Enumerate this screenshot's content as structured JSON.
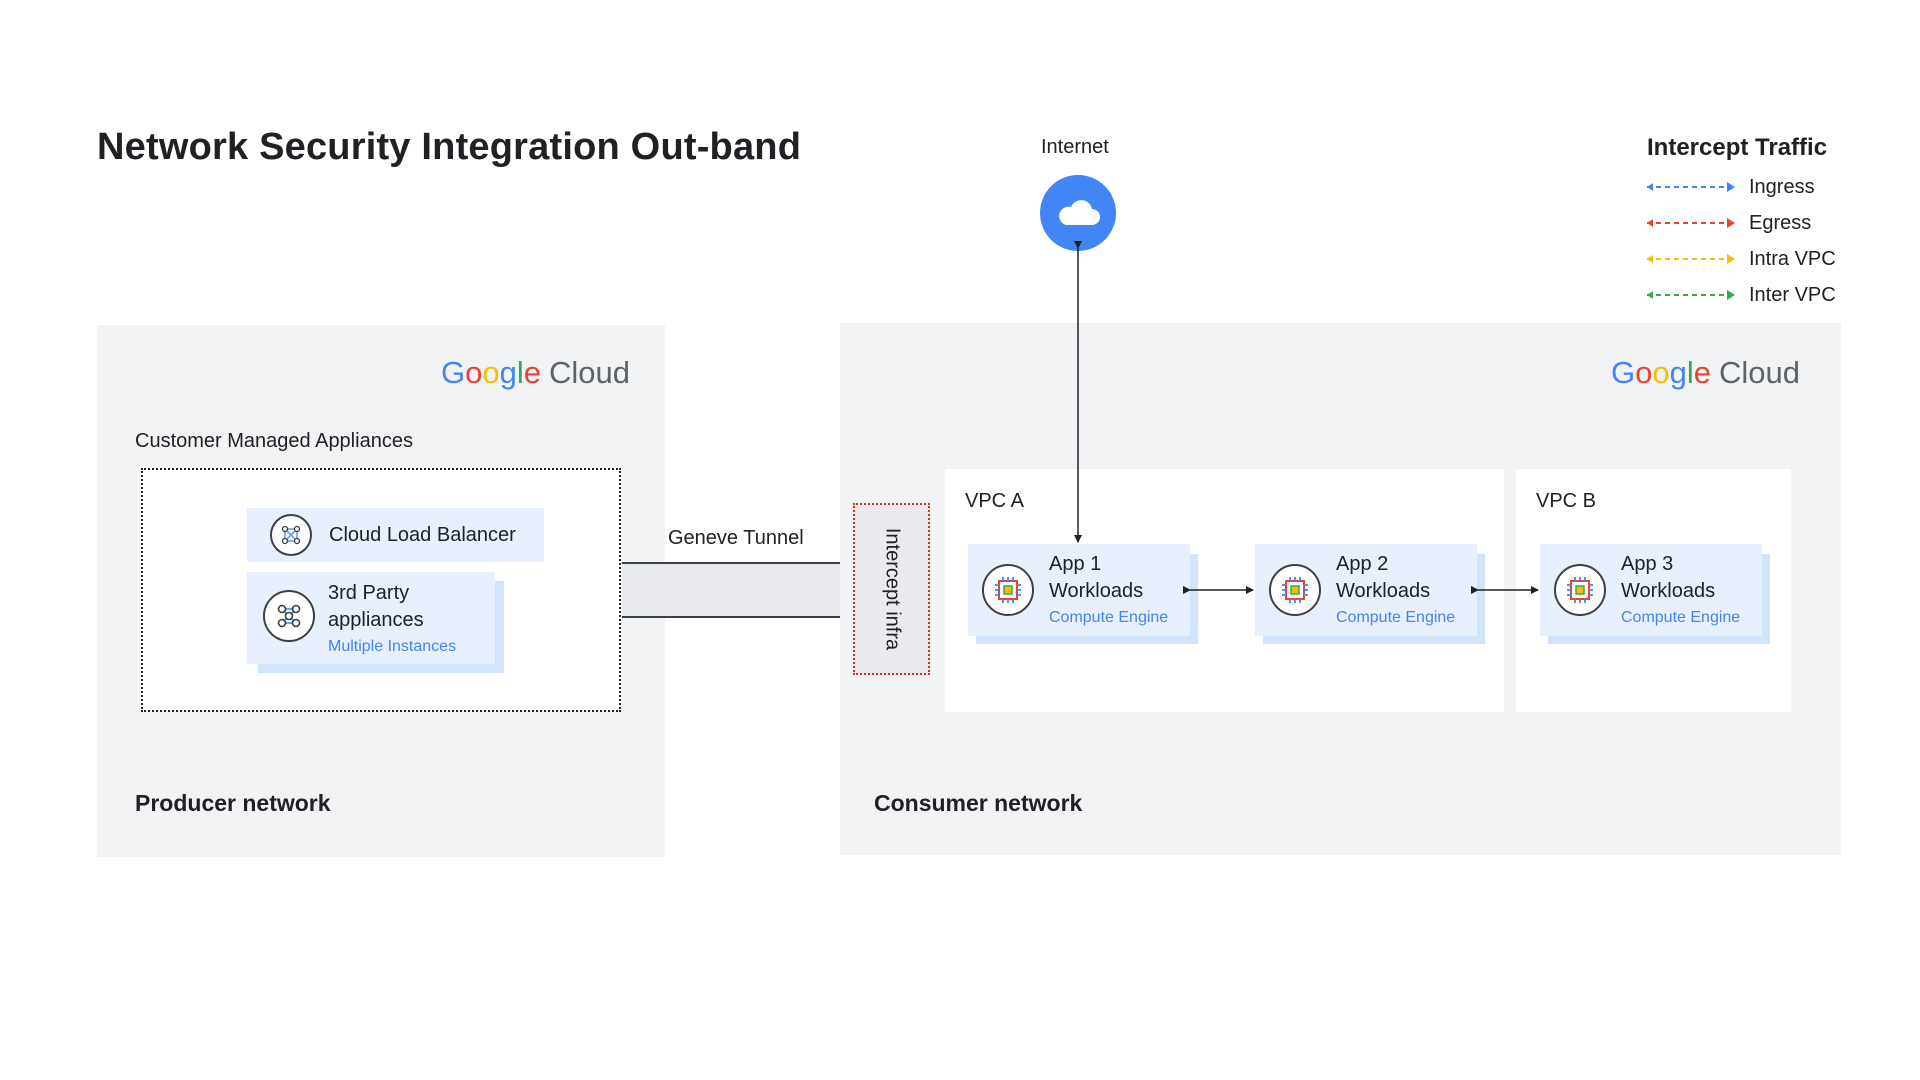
{
  "title": "Network Security Integration Out-band",
  "brand": {
    "google_letters": [
      "G",
      "o",
      "o",
      "g",
      "l",
      "e"
    ],
    "cloud": "Cloud"
  },
  "producer": {
    "network_label": "Producer network",
    "group_label": "Customer Managed Appliances",
    "load_balancer": {
      "label": "Cloud Load Balancer",
      "icon": "load-balancer-icon"
    },
    "appliances": {
      "line1": "3rd Party",
      "line2": "appliances",
      "sub": "Multiple Instances",
      "icon": "network-nodes-icon"
    }
  },
  "tunnel_label": "Geneve Tunnel",
  "intercept_label": "Intercept infra",
  "internet_label": "Internet",
  "consumer": {
    "network_label": "Consumer network",
    "vpc_a": {
      "label": "VPC A",
      "apps": [
        {
          "title": "App 1",
          "workload": "Workloads",
          "service": "Compute Engine",
          "icon": "compute-engine-icon"
        },
        {
          "title": "App 2",
          "workload": "Workloads",
          "service": "Compute Engine",
          "icon": "compute-engine-icon"
        }
      ]
    },
    "vpc_b": {
      "label": "VPC B",
      "apps": [
        {
          "title": "App 3",
          "workload": "Workloads",
          "service": "Compute Engine",
          "icon": "compute-engine-icon"
        }
      ]
    }
  },
  "legend": {
    "title": "Intercept Traffic",
    "items": [
      {
        "label": "Ingress",
        "color": "#4285f4"
      },
      {
        "label": "Egress",
        "color": "#ea4335"
      },
      {
        "label": "Intra VPC",
        "color": "#fbbc04"
      },
      {
        "label": "Inter VPC",
        "color": "#34a853"
      }
    ]
  },
  "colors": {
    "network_bg": "#f1f3f4",
    "card_bg": "#e8f0fe",
    "accent_blue": "#4285f4",
    "intercept_border": "#d93025"
  }
}
